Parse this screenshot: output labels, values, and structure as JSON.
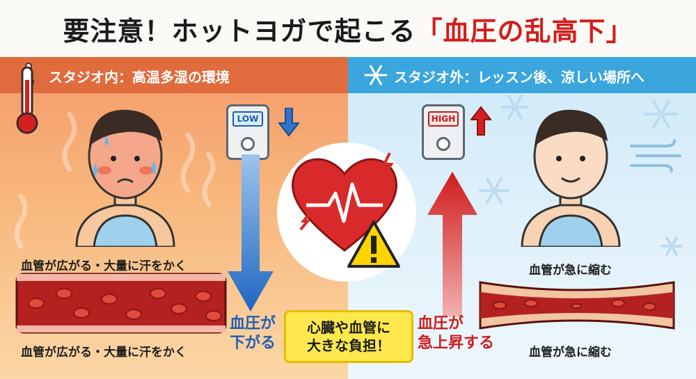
{
  "title": {
    "prefix": "要注意！ホットヨガで起こる",
    "highlight": "「血圧の乱高下」"
  },
  "left": {
    "header": "スタジオ内：高温多湿の環境",
    "caption_top": "血管が広がる・大量に汗をかく",
    "caption_bottom": "血管が広がる・大量に汗をかく",
    "monitor_label": "LOW",
    "bp_line1": "血圧が",
    "bp_line2": "下がる"
  },
  "right": {
    "header": "スタジオ外：レッスン後、涼しい場所へ",
    "caption_top": "血管が急に縮む",
    "caption_bottom": "血管が急に縮む",
    "monitor_label": "HIGH",
    "bp_line1": "血圧が",
    "bp_line2": "急上昇する"
  },
  "center": {
    "line1": "心臓や血管に",
    "line2": "大きな負担！"
  },
  "colors": {
    "warm_header": "#e06b3c",
    "cool_header": "#3aa6dd",
    "down_arrow": "#2f74c9",
    "up_arrow": "#d42020",
    "highlight_red": "#d31d1d",
    "warning_yellow": "#ffe84d"
  },
  "icons": [
    "thermometer-icon",
    "snowflake-icon",
    "blood-pressure-monitor-icon",
    "heart-icon",
    "warning-icon",
    "down-arrow-icon",
    "up-arrow-icon",
    "wind-icon"
  ]
}
